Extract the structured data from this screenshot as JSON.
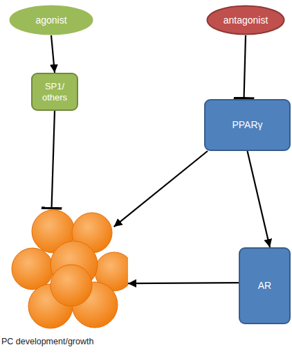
{
  "diagram": {
    "nodes": [
      {
        "text": [
          "agonist"
        ]
      },
      {
        "text": [
          "antagonist"
        ]
      },
      {
        "text": [
          "SP1/ others"
        ]
      },
      {
        "text": [
          "PPARγ"
        ]
      },
      {
        "text": [
          "PC development/growth"
        ]
      },
      {
        "text": [
          "AR"
        ]
      }
    ],
    "edges": [
      {
        "from": 0,
        "to": 2,
        "arrow": "to"
      },
      {
        "from": 1,
        "to": 3,
        "arrow": "to"
      },
      {
        "from": 2,
        "to": 4,
        "arrow": "to"
      },
      {
        "from": 3,
        "to": 4,
        "arrow": "to"
      },
      {
        "from": 3,
        "to": 5,
        "arrow": "to"
      },
      {
        "from": 5,
        "to": 4,
        "arrow": "to"
      }
    ]
  }
}
